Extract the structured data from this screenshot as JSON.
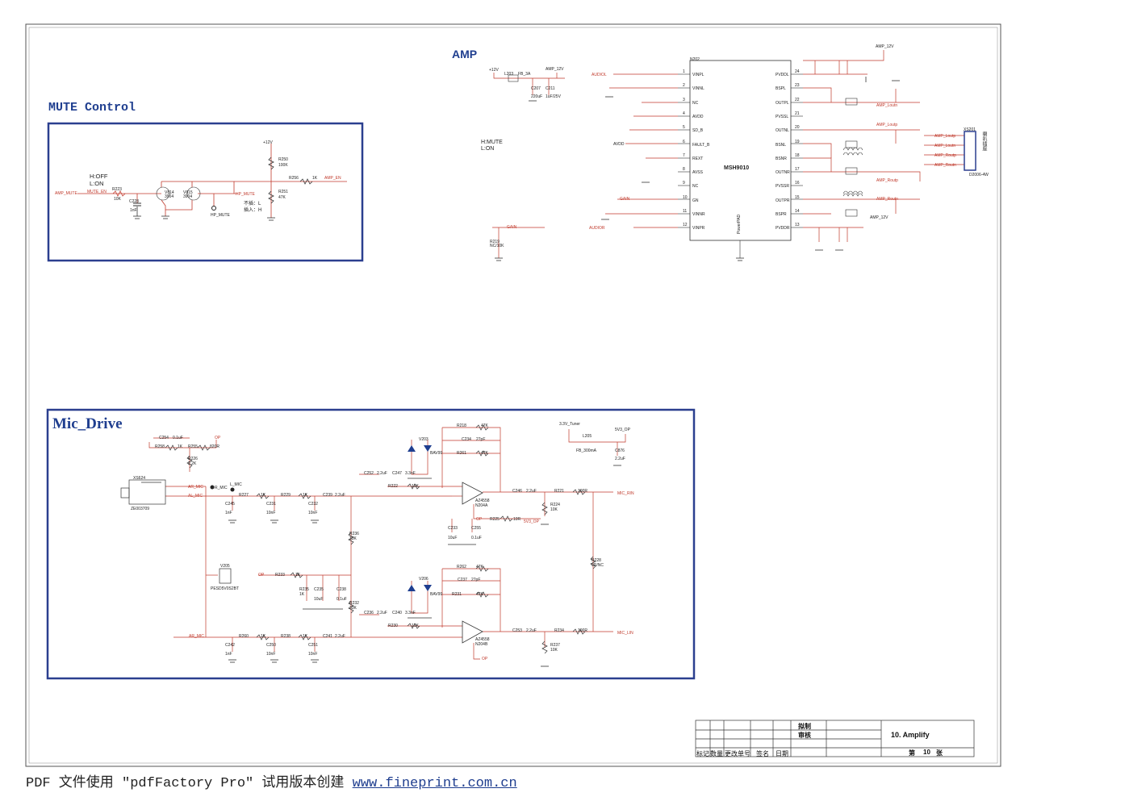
{
  "sections": {
    "mute_title": "MUTE Control",
    "amp_title": "AMP",
    "mic_title": "Mic_Drive"
  },
  "mute": {
    "note_off": "H:OFF",
    "note_on": "L:ON",
    "amp_mute": "AMP_MUTE",
    "mute_en": "MUTE_EN",
    "r223": "R223",
    "r223_val": "10K",
    "c228": "C228",
    "c228_val": "1nF",
    "v814": "V814",
    "v814_val": "3904",
    "v815": "V815",
    "v815_val": "3904",
    "hp_mute_net": "HP_MUTE",
    "hp_mute_tp": "HP_MUTE",
    "plus12v": "+12V",
    "r250": "R250",
    "r250_val": "100K",
    "r251": "R251",
    "r251_val": "47K",
    "r256": "R256",
    "r256_val": "1K",
    "amp_en": "AMP_EN",
    "note_unplug": "不插：L",
    "note_plug": "插入：H"
  },
  "amp": {
    "hmute": "H:MUTE",
    "lon": "L:ON",
    "plus12v": "+12V",
    "l203": "L203",
    "fb": "FB_3A",
    "amp12v": "AMP_12V",
    "c207": "C207",
    "c207_val": "220uF",
    "c211": "C211",
    "c211_val": "1uF/25V",
    "chip_ref": "N202",
    "chip_name": "MSH9010",
    "power_pad": "PowerPAD",
    "left_pins": [
      "VINPL",
      "VINNL",
      "NC",
      "AVDD",
      "SD_B",
      "FAULT_B",
      "REXT",
      "AVSS",
      "NC",
      "GN",
      "VINNR",
      "VINPR"
    ],
    "right_pins": [
      "PVDDL",
      "BSPL",
      "OUTPL",
      "PVSSL",
      "OUTNL",
      "BSNL",
      "BSNR",
      "OUTNR",
      "PVSSR",
      "OUTPR",
      "BSPR",
      "PVDDR"
    ],
    "left_nums": [
      "1",
      "2",
      "3",
      "4",
      "5",
      "6",
      "7",
      "8",
      "9",
      "10",
      "11",
      "12"
    ],
    "right_nums": [
      "24",
      "23",
      "22",
      "21",
      "20",
      "19",
      "18",
      "17",
      "16",
      "15",
      "14",
      "13"
    ],
    "audiol": "AUDIOL",
    "audior": "AUDIOR",
    "gain": "GAIN",
    "gain2": "GAIN",
    "avdd": "AVDD",
    "r219": "R219",
    "r219_val": "NC/10K",
    "amp12v_top": "AMP_12V",
    "amp_loutp": "AMP_Loutp",
    "amp_loutn": "AMP_Loutn",
    "amp_routp": "AMP_Routp",
    "amp_routn": "AMP_Routn",
    "xs201": "XS201",
    "conn_part": "D2006-4W",
    "conn_name": "喇叭插座",
    "l_amp12v_b": "AMP_12V"
  },
  "mic": {
    "c254": "C254",
    "c254_val": "0.1uF",
    "op": "OP",
    "r258": "R258",
    "r258_val": "1K",
    "r255": "R255",
    "r255_val": "820R",
    "r226": "R226",
    "r226_val": "2.2K",
    "xs624": "XS624",
    "jack_part": "ZE003709",
    "ar_mic": "AR_MIC",
    "al_mic": "AL_MIC",
    "r_mic": "R_MIC",
    "l_mic": "L_MIC",
    "r227": "R227",
    "r227_val": "1K",
    "r229": "R229",
    "r229_val": "1K",
    "c239": "C239",
    "c239_val": "2.2uF",
    "c245": "C245",
    "c245_val": "1nF",
    "c231": "C231",
    "c231_val": "10nF",
    "c232": "C232",
    "c232_val": "10nF",
    "r218": "R218",
    "r218_val": "47K",
    "c234": "C234",
    "c234_val": "27pF",
    "r261": "R261",
    "r261_val": "47K",
    "v203": "V203",
    "v206": "V206",
    "bav99": "BAV99",
    "bav99b": "BAV99",
    "c252": "C252",
    "c247": "C247",
    "c252_val": "2.2uF",
    "c247_val": "3.3nF",
    "r222": "R222",
    "r222_val": "10K",
    "opamp_a": "AZ4558",
    "opamp_a_ref": "N204A",
    "opamp_b": "AZ4558",
    "opamp_b_ref": "N204B",
    "c246": "C246",
    "c246_val": "2.2uF",
    "r221": "R221",
    "r221_val": "100R",
    "mic_rin": "MIC_RIN",
    "mic_lin": "MIC_LIN",
    "r224": "R224",
    "r224_val": "10K",
    "r225": "R225",
    "r225_val": "10R",
    "sv3op": "5V3_OP",
    "c233": "C233",
    "c233_val": "10uF",
    "c255": "C255",
    "c255_val": "0.1uF",
    "tuner": "3.3V_Tuner",
    "l205": "L205",
    "l205_val": "FB_300mA",
    "c876": "C876",
    "c876_val": "2.2uF",
    "sv3op_b": "5V3_OP",
    "r236": "R236",
    "r236_val": "33K",
    "r232": "R232",
    "r232_val": "33K",
    "v205": "V205",
    "v205_part": "PESD5V0S2BT",
    "r233": "R233",
    "r233_val": "1K",
    "r235": "R235",
    "r235_val": "1K",
    "c235": "C235",
    "c235_val": "10uF",
    "c238": "C238",
    "c238_val": "0.1uF",
    "r262": "R262",
    "r262_val": "47K",
    "c237": "C237",
    "c237_val": "27pF",
    "r231": "R231",
    "r231_val": "47K",
    "c236": "C236",
    "c240": "C240",
    "c236_val": "2.2uF",
    "c240_val": "3.3nF",
    "r230": "R230",
    "r230_val": "10K",
    "r260": "R260",
    "r260_val": "1K",
    "r238": "R238",
    "r238_val": "1K",
    "c241": "C241",
    "c241_val": "2.2uF",
    "c242": "C242",
    "c242_val": "1nF",
    "c250": "C250",
    "c250_val": "10nF",
    "c251": "C251",
    "c251_val": "10nF",
    "c253": "C253",
    "c253_val": "2.2uF",
    "r234": "R234",
    "r234_val": "100R",
    "r237": "R237",
    "r237_val": "10K",
    "r228": "R228",
    "r228_val": "0R/NC",
    "op_b": "OP"
  },
  "title_block": {
    "drawn": "拟制",
    "checked": "审核",
    "title": "10. Amplify",
    "page_prefix": "第",
    "page_num": "10",
    "page_suffix": "张",
    "cols": [
      "标记",
      "数量",
      "更改单号",
      "签名",
      "日期"
    ]
  },
  "footer": {
    "text": "PDF 文件使用 \"pdfFactory Pro\" 试用版本创建 ",
    "link": "www.fineprint.com.cn"
  }
}
